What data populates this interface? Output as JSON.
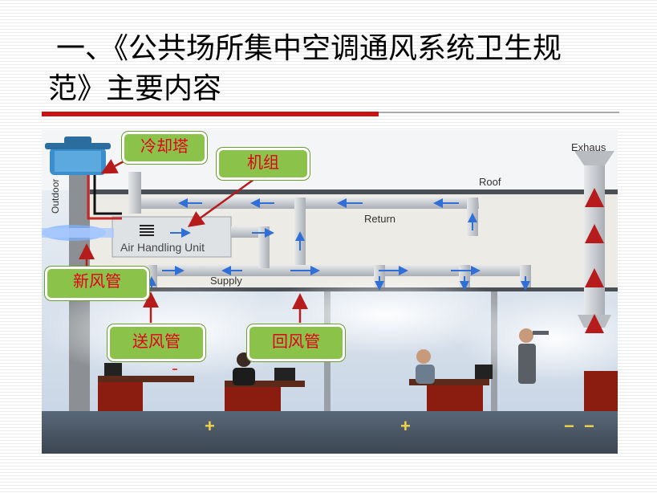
{
  "slide": {
    "title_line1": "一、《公共场所集中空调通风系统卫生规",
    "title_line2": "范》主要内容"
  },
  "diagram": {
    "labels": {
      "cooling_tower": "冷却塔",
      "unit": "机组",
      "fresh_air_duct": "新风管",
      "supply_duct": "送风管",
      "return_duct": "回风管"
    },
    "english": {
      "exhaust": "Exhaus",
      "roof": "Roof",
      "return": "Return",
      "air_handling_unit": "Air Handling Unit",
      "supply": "Supply",
      "outdoor": "Outdoor"
    },
    "markers": [
      "+",
      "+",
      "− −"
    ]
  },
  "colors": {
    "title_text": "#000000",
    "accent_red": "#cc1111",
    "label_bg": "#8bc34a",
    "label_text": "#e3001b",
    "arrow_red": "#d32f2f",
    "airflow_blue": "#2f6fd6"
  }
}
